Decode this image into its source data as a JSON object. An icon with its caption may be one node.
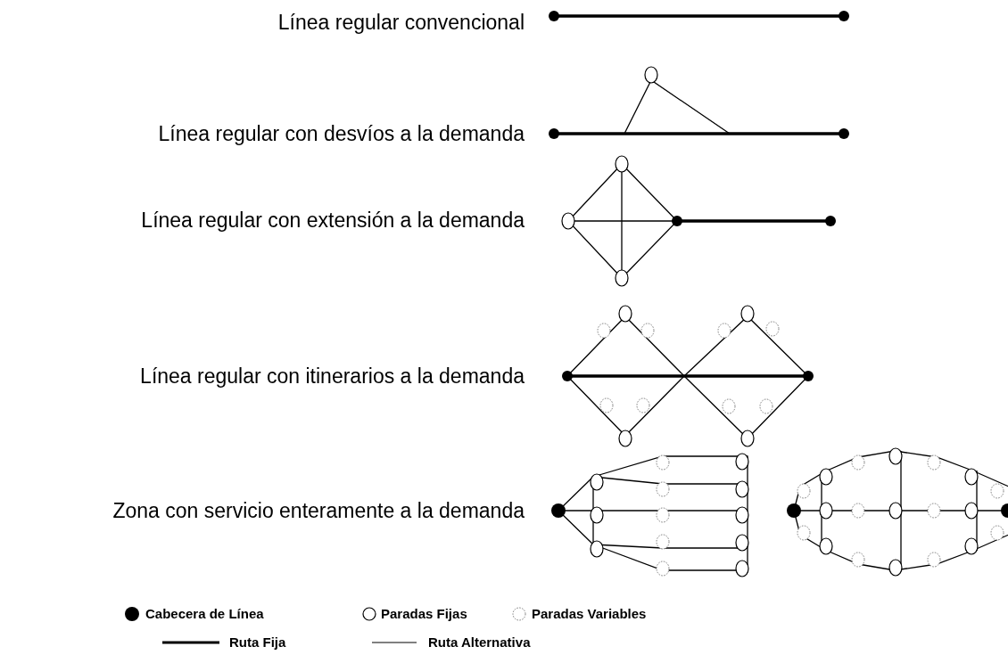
{
  "diagram": {
    "labels": [
      "Línea regular convencional",
      "Línea regular con desvíos a la demanda",
      "Línea regular con extensión a la demanda",
      "Línea regular con itinerarios a la demanda",
      "Zona con servicio enteramente a la demanda"
    ],
    "legend": [
      {
        "text": "Cabecera de Línea"
      },
      {
        "text": "Paradas Fijas"
      },
      {
        "text": "Paradas Variables"
      },
      {
        "text": "Ruta Fija"
      },
      {
        "text": "Ruta Alternativa"
      }
    ]
  }
}
